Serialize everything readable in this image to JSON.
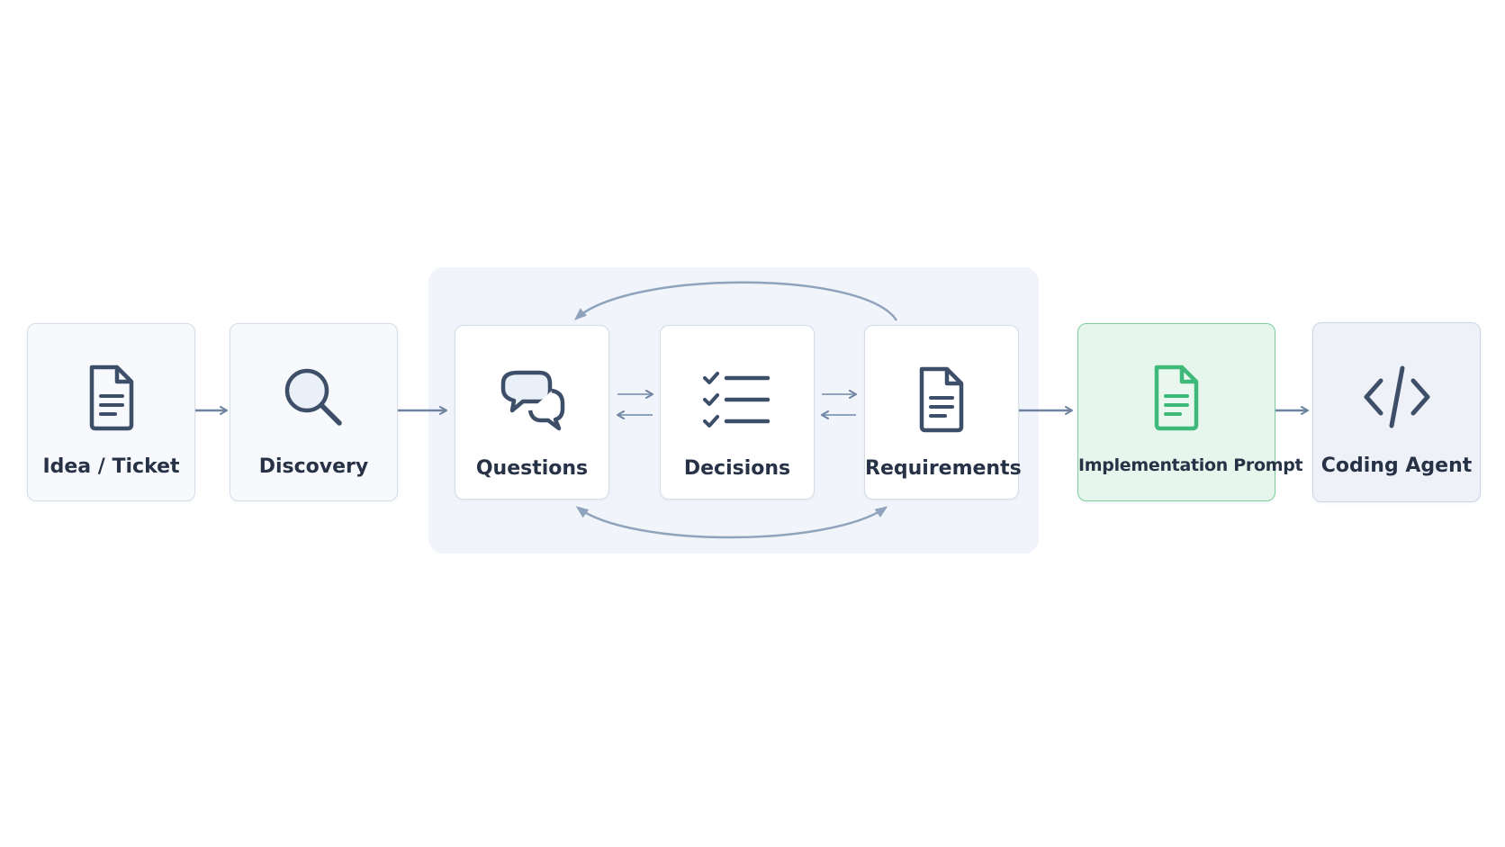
{
  "diagram": {
    "nodes": [
      {
        "id": "idea",
        "label": "Idea / Ticket",
        "icon": "document-icon"
      },
      {
        "id": "discovery",
        "label": "Discovery",
        "icon": "magnifier-icon"
      },
      {
        "id": "questions",
        "label": "Questions",
        "icon": "speech-bubbles-icon"
      },
      {
        "id": "decisions",
        "label": "Decisions",
        "icon": "checklist-icon"
      },
      {
        "id": "requirements",
        "label": "Requirements",
        "icon": "document-icon"
      },
      {
        "id": "implementation",
        "label": "Implementation Prompt",
        "icon": "document-icon"
      },
      {
        "id": "agent",
        "label": "Coding Agent",
        "icon": "code-brackets-icon"
      }
    ],
    "colors": {
      "icon_stroke": "#3d4f68",
      "highlight_stroke": "#3fb97a",
      "arrow": "#6e84a0",
      "loop_arrow": "#8fa3bc"
    }
  }
}
